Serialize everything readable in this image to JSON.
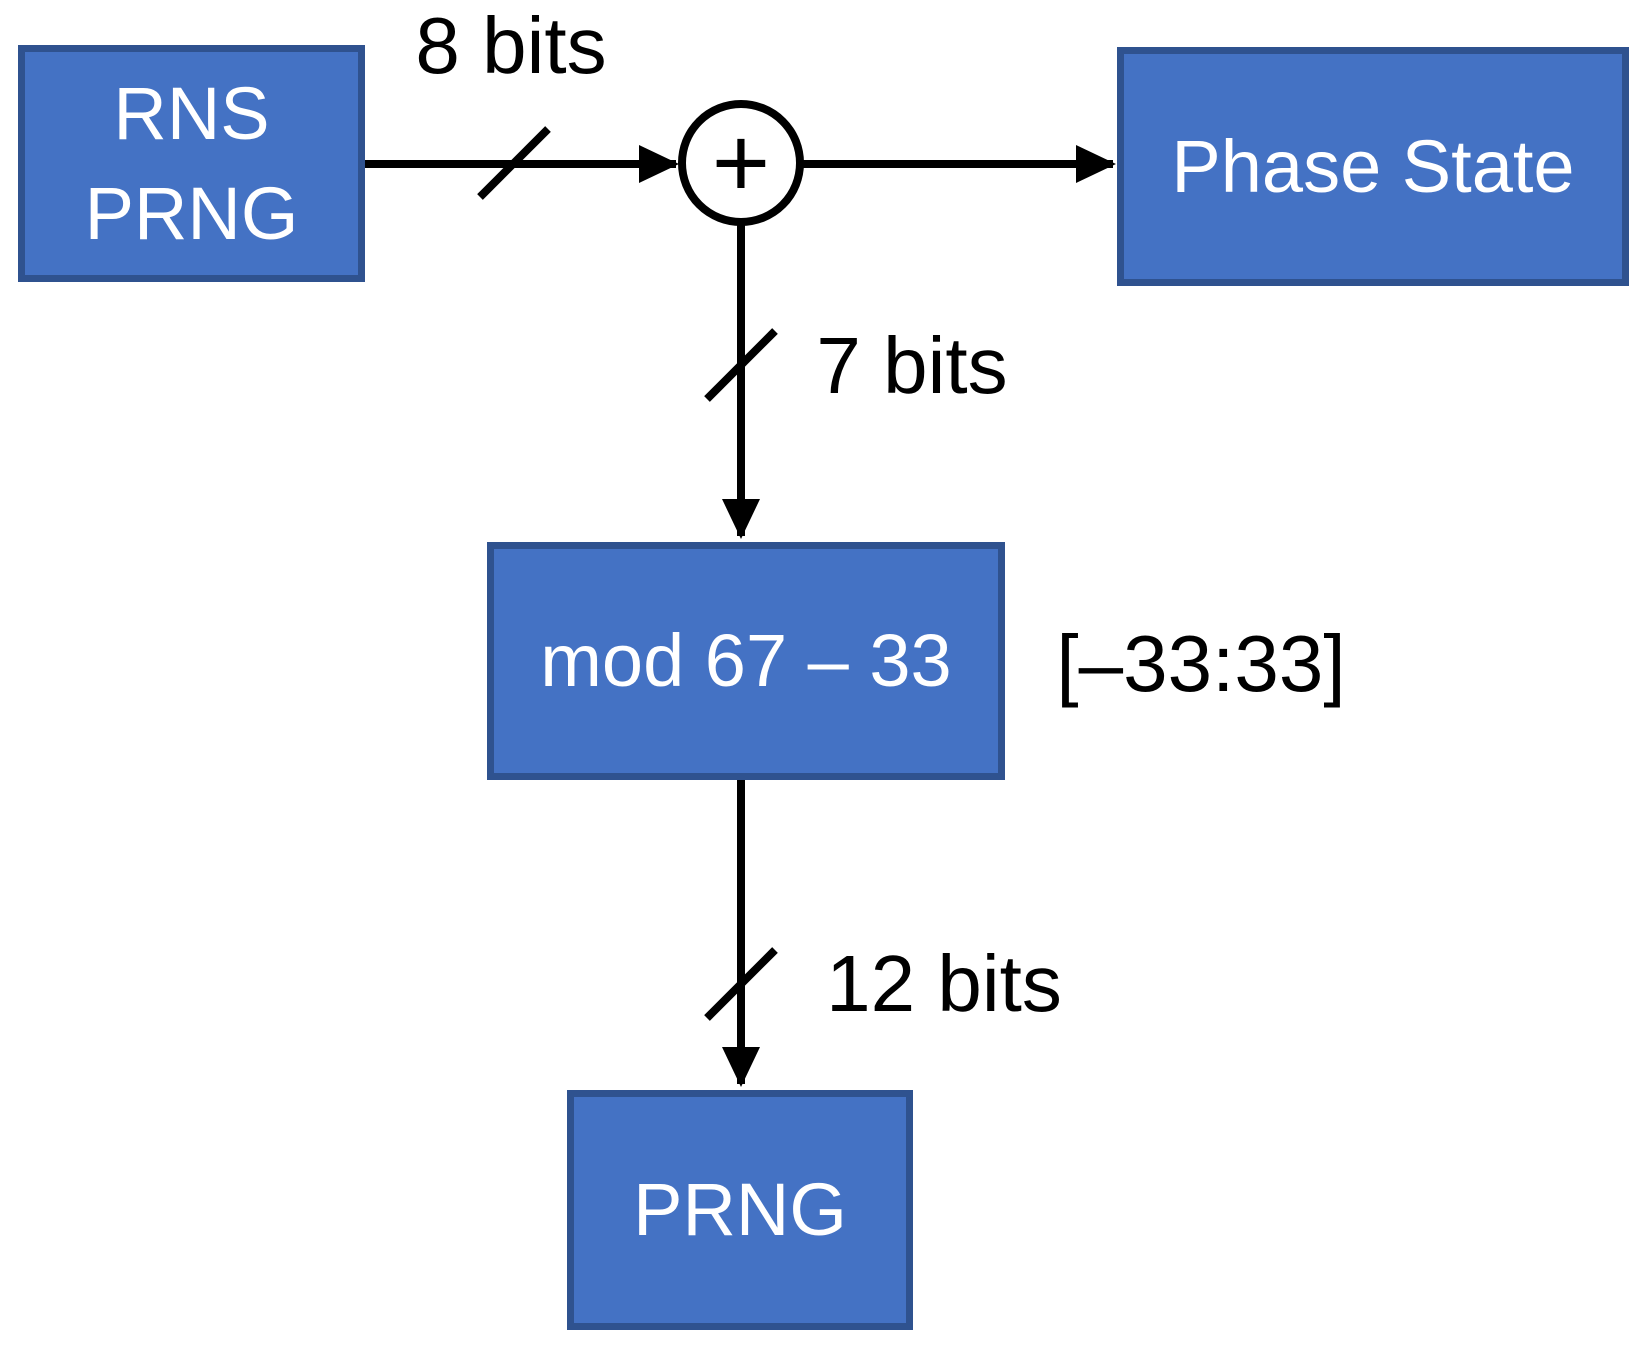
{
  "diagram": {
    "title": "RNS PRNG phase-state block diagram",
    "colors": {
      "background": "#ffffff",
      "box_fill": "#4472C4",
      "box_border": "#2F528F",
      "line_color": "#000000",
      "box_text": "#ffffff"
    },
    "nodes": {
      "rns_prng": {
        "label": "RNS\nPRNG"
      },
      "phase_state": {
        "label": "Phase State"
      },
      "mod": {
        "label": "mod 67 – 33"
      },
      "prng": {
        "label": "PRNG"
      }
    },
    "adder": {
      "symbol": "+"
    },
    "annotations": {
      "bus_8": "8 bits",
      "bus_7": "7 bits",
      "bus_12": "12 bits",
      "range": "[–33:33]"
    }
  }
}
